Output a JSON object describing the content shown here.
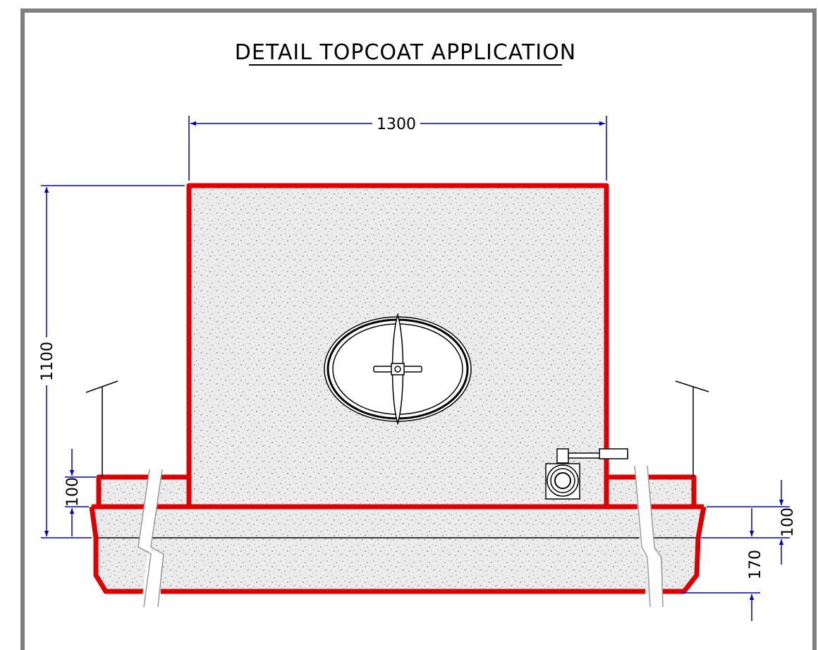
{
  "title": "DETAIL TOPCOAT APPLICATION",
  "dimensions": {
    "width_top": "1300",
    "height_left": "1100",
    "step_left": "100",
    "step_right": "100",
    "base_right": "170"
  },
  "colors": {
    "outline_red": "#dd0000",
    "dimension_blue": "#0000cc",
    "frame_gray": "#808080",
    "concrete_fill": "#e9e9e9",
    "speckle": "#9a9a9a"
  },
  "icons": [
    "manhole-cover-icon",
    "valve-icon"
  ]
}
